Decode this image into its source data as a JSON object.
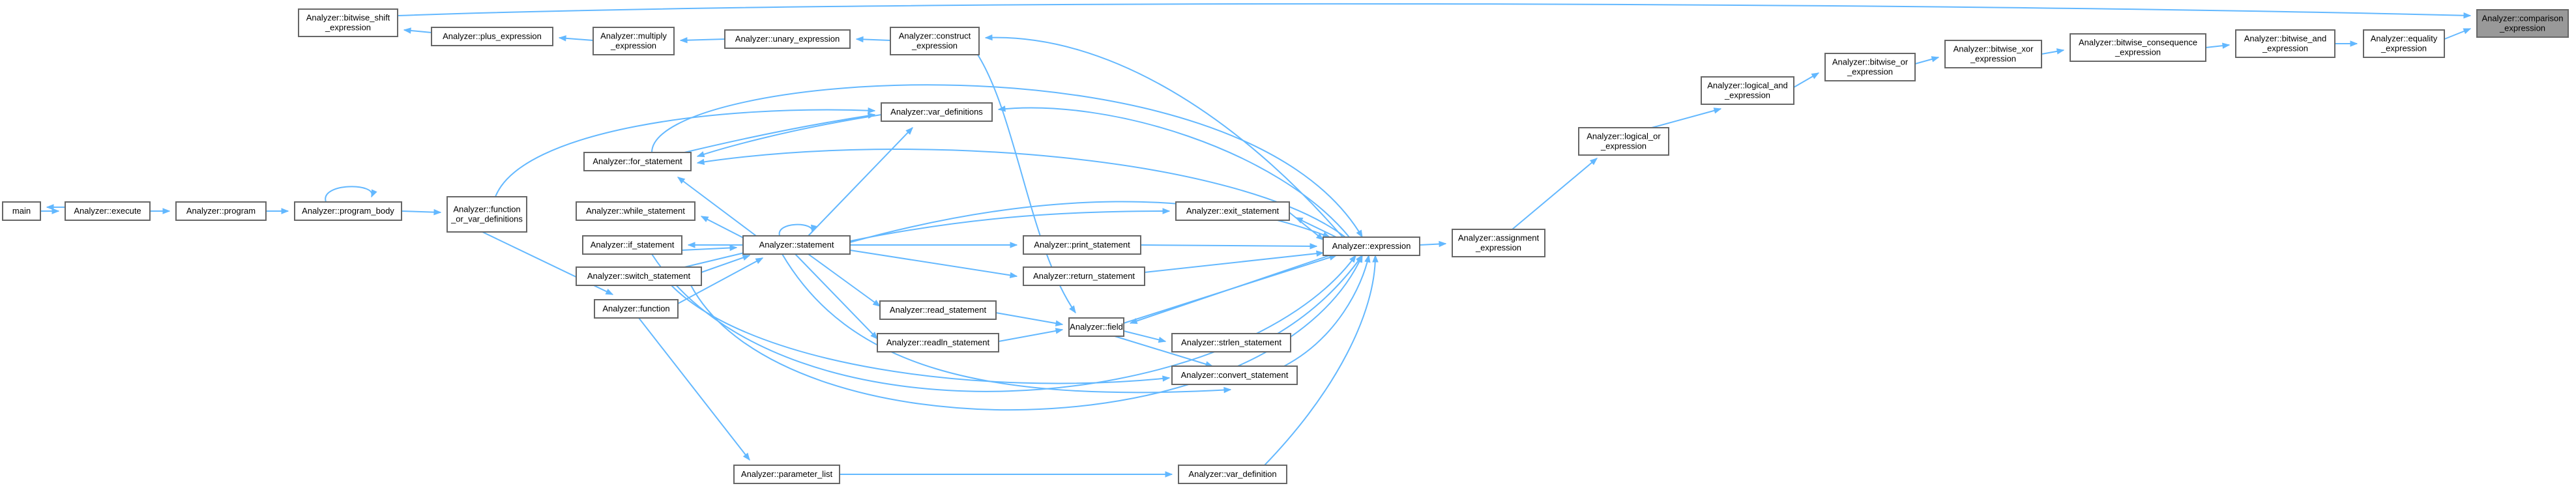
{
  "graph": {
    "edge_color": "#63b8ff",
    "node_border_color": "#666666",
    "root_fill_color": "#999999",
    "nodes": [
      {
        "id": "root",
        "lines": [
          "Analyzer::comparison",
          "_expression"
        ],
        "root": true
      },
      {
        "id": "equality",
        "lines": [
          "Analyzer::equality",
          "_expression"
        ]
      },
      {
        "id": "bitwise_and",
        "lines": [
          "Analyzer::bitwise_and",
          "_expression"
        ]
      },
      {
        "id": "bitwise_cons",
        "lines": [
          "Analyzer::bitwise_consequence",
          "_expression"
        ]
      },
      {
        "id": "bitwise_xor",
        "lines": [
          "Analyzer::bitwise_xor",
          "_expression"
        ]
      },
      {
        "id": "bitwise_or",
        "lines": [
          "Analyzer::bitwise_or",
          "_expression"
        ]
      },
      {
        "id": "logical_and",
        "lines": [
          "Analyzer::logical_and",
          "_expression"
        ]
      },
      {
        "id": "logical_or",
        "lines": [
          "Analyzer::logical_or",
          "_expression"
        ]
      },
      {
        "id": "assignment",
        "lines": [
          "Analyzer::assignment",
          "_expression"
        ]
      },
      {
        "id": "expression",
        "lines": [
          "Analyzer::expression"
        ]
      },
      {
        "id": "bitwise_shift",
        "lines": [
          "Analyzer::bitwise_shift",
          "_expression"
        ]
      },
      {
        "id": "plus",
        "lines": [
          "Analyzer::plus_expression"
        ]
      },
      {
        "id": "multiply",
        "lines": [
          "Analyzer::multiply",
          "_expression"
        ]
      },
      {
        "id": "unary",
        "lines": [
          "Analyzer::unary_expression"
        ]
      },
      {
        "id": "construct",
        "lines": [
          "Analyzer::construct",
          "_expression"
        ]
      },
      {
        "id": "var_defs",
        "lines": [
          "Analyzer::var_definitions"
        ]
      },
      {
        "id": "for_stmt",
        "lines": [
          "Analyzer::for_statement"
        ]
      },
      {
        "id": "while_stmt",
        "lines": [
          "Analyzer::while_statement"
        ]
      },
      {
        "id": "if_stmt",
        "lines": [
          "Analyzer::if_statement"
        ]
      },
      {
        "id": "switch_stmt",
        "lines": [
          "Analyzer::switch_statement"
        ]
      },
      {
        "id": "function",
        "lines": [
          "Analyzer::function"
        ]
      },
      {
        "id": "func_or_var",
        "lines": [
          "Analyzer::function",
          "_or_var_definitions"
        ]
      },
      {
        "id": "program_body",
        "lines": [
          "Analyzer::program_body"
        ]
      },
      {
        "id": "program",
        "lines": [
          "Analyzer::program"
        ]
      },
      {
        "id": "execute",
        "lines": [
          "Analyzer::execute"
        ]
      },
      {
        "id": "main",
        "lines": [
          "main"
        ]
      },
      {
        "id": "statement",
        "lines": [
          "Analyzer::statement"
        ]
      },
      {
        "id": "exit_stmt",
        "lines": [
          "Analyzer::exit_statement"
        ]
      },
      {
        "id": "print_stmt",
        "lines": [
          "Analyzer::print_statement"
        ]
      },
      {
        "id": "return_stmt",
        "lines": [
          "Analyzer::return_statement"
        ]
      },
      {
        "id": "read_stmt",
        "lines": [
          "Analyzer::read_statement"
        ]
      },
      {
        "id": "readln_stmt",
        "lines": [
          "Analyzer::readln_statement"
        ]
      },
      {
        "id": "field",
        "lines": [
          "Analyzer::field"
        ]
      },
      {
        "id": "strlen_stmt",
        "lines": [
          "Analyzer::strlen_statement"
        ]
      },
      {
        "id": "convert_stmt",
        "lines": [
          "Analyzer::convert_statement"
        ]
      },
      {
        "id": "param_list",
        "lines": [
          "Analyzer::parameter_list"
        ]
      },
      {
        "id": "var_def",
        "lines": [
          "Analyzer::var_definition"
        ]
      }
    ]
  }
}
